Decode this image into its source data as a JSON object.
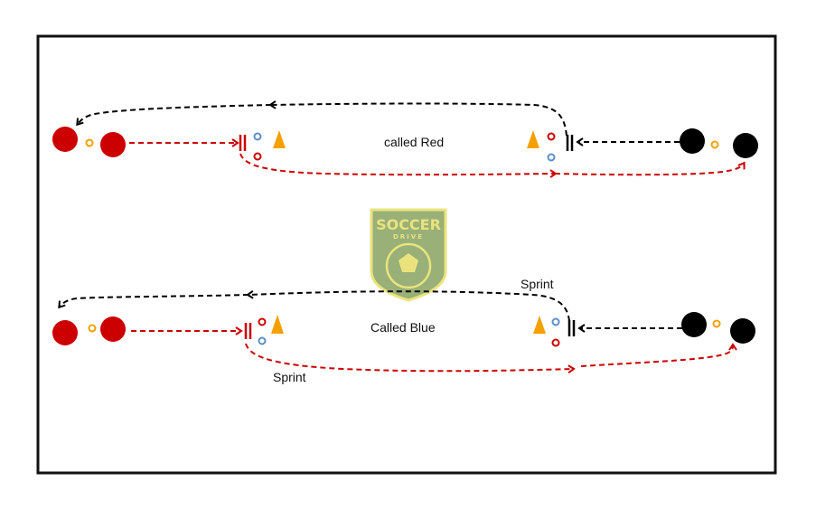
{
  "labels": {
    "top_call": "called Red",
    "bottom_call": "Called Blue",
    "sprint_upper": "Sprint",
    "sprint_lower": "Sprint"
  },
  "logo": {
    "line1": "SOCCER",
    "line2": "DRIVE"
  },
  "colors": {
    "red_team": "#cc0000",
    "black_team": "#000000",
    "cone": "#f5a000",
    "blue_marker": "#5b8ec9",
    "red_run": "#cc0000",
    "black_run": "#000000",
    "logo_shield": "#8fa86a",
    "logo_border": "#e8e070"
  }
}
